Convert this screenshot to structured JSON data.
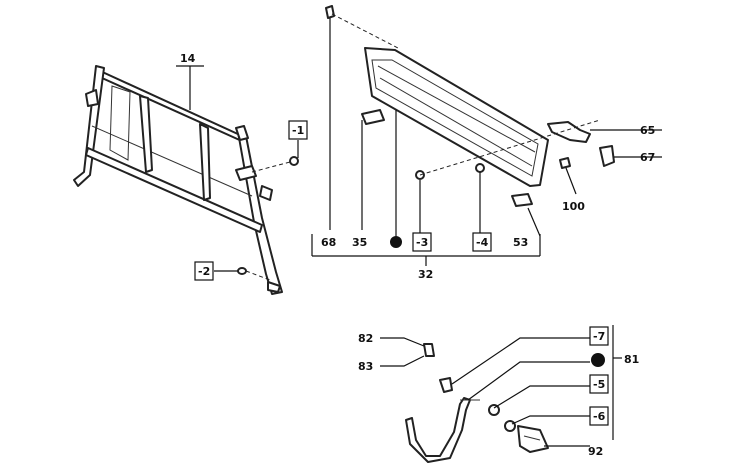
{
  "callouts": {
    "c14": "14",
    "c1": "-1",
    "c2": "-2",
    "c68": "68",
    "c35": "35",
    "c3": "-3",
    "c4": "-4",
    "c53": "53",
    "c32": "32",
    "c65": "65",
    "c67": "67",
    "c100": "100",
    "c82": "82",
    "c83": "83",
    "c7": "-7",
    "c81": "81",
    "c5": "-5",
    "c6": "-6",
    "c92": "92"
  }
}
